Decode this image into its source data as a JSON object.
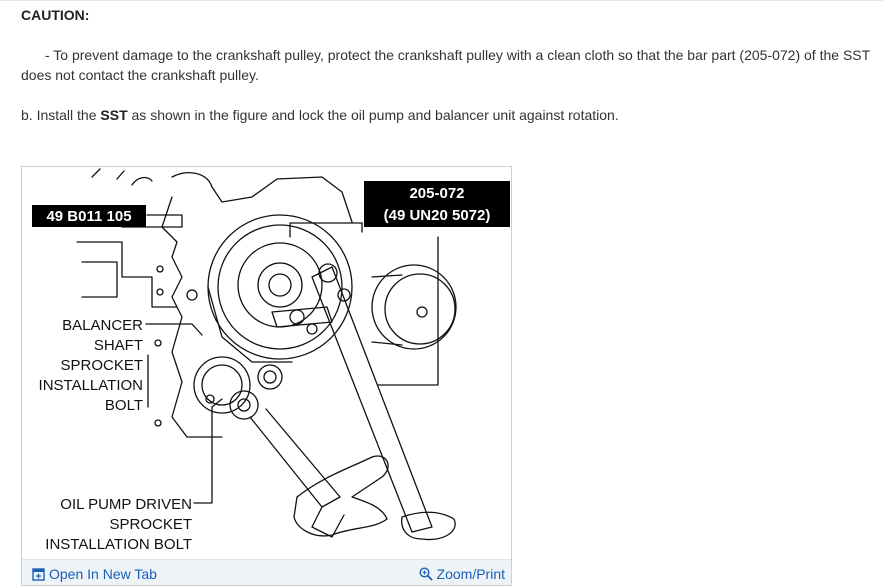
{
  "caution": {
    "title": "CAUTION:"
  },
  "caution_text": "- To prevent damage to the crankshaft pulley, protect the crankshaft pulley with a clean cloth so that the bar part (205-072) of the SST does not contact the crankshaft pulley.",
  "step_b": {
    "prefix": "b. Install the ",
    "bold": "SST",
    "suffix": " as shown in the figure and lock the oil pump and balancer unit against rotation."
  },
  "figure": {
    "label_tool_1": "49 B011 105",
    "label_tool_2_line1": "205-072",
    "label_tool_2_line2": "(49 UN20 5072)",
    "label_balancer": [
      "BALANCER",
      "SHAFT",
      "SPROCKET",
      "INSTALLATION",
      "BOLT"
    ],
    "label_oilpump": [
      "OIL PUMP DRIVEN",
      "SPROCKET",
      "INSTALLATION BOLT"
    ]
  },
  "toolbar": {
    "open_label": "Open In New Tab",
    "zoom_label": "Zoom/Print",
    "open_icon": "open-in-new-tab-icon",
    "zoom_icon": "zoom-icon",
    "link_color": "#1a5fb4"
  }
}
